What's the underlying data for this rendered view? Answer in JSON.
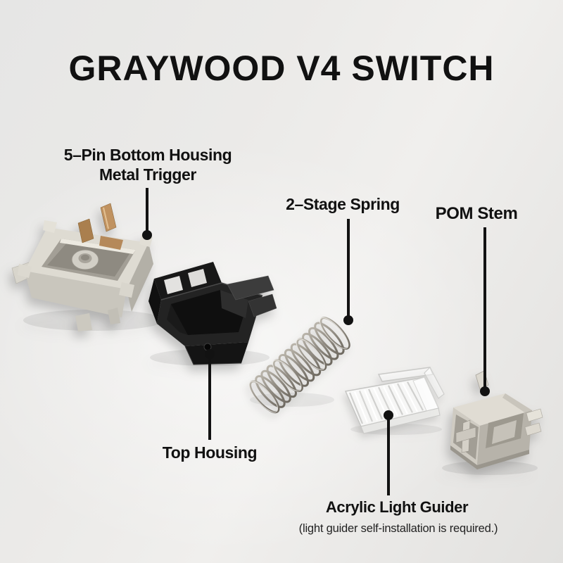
{
  "title": "GRAYWOOD V4 SWITCH",
  "callouts": {
    "bottom_housing": {
      "label_line1": "5–Pin Bottom Housing",
      "label_line2": "Metal Trigger"
    },
    "spring": {
      "label": "2–Stage Spring"
    },
    "pom_stem": {
      "label": "POM Stem"
    },
    "top_housing": {
      "label": "Top Housing"
    },
    "light_guider": {
      "label": "Acrylic Light Guider",
      "note": "(light guider self-installation is required.)"
    }
  },
  "colors": {
    "background": "#ebeae8",
    "text": "#111111",
    "callout_line": "#121212",
    "bottom_housing_plastic": "#d8d5cc",
    "brass_contact": "#b08a57",
    "top_housing_plastic": "#1e1e1e",
    "spring_metal": "#8f8a81",
    "light_guider_acrylic": "#f7f7f6",
    "stem_plastic": "#cfcbc2"
  }
}
